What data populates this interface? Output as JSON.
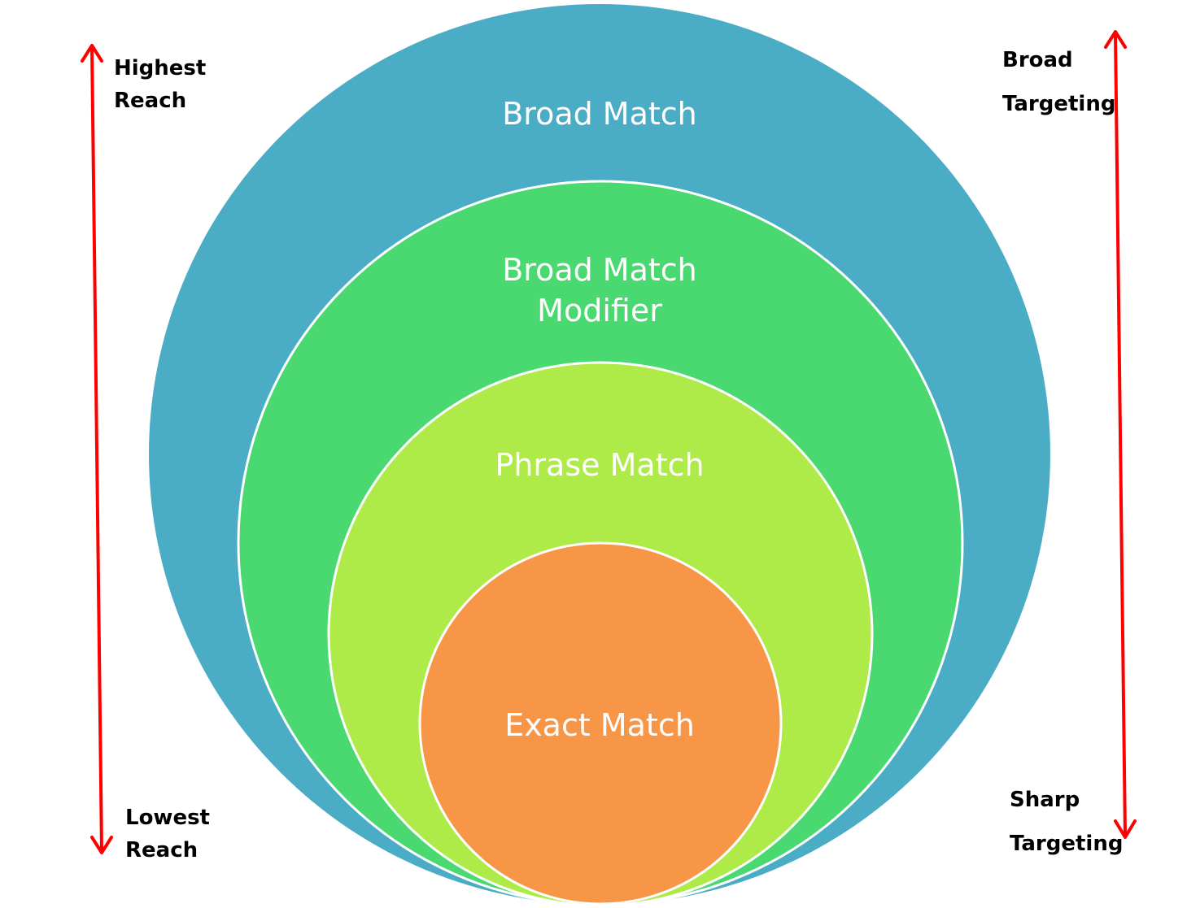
{
  "colors": {
    "broad": "#4BACC6",
    "broad_modifier": "#4AD870",
    "phrase": "#AEEA48",
    "exact": "#F79646",
    "arrow": "#FF0000"
  },
  "rings": {
    "broad": "Broad Match",
    "broad_modifier_line1": "Broad Match",
    "broad_modifier_line2": "Modifier",
    "phrase": "Phrase Match",
    "exact": "Exact Match"
  },
  "left_axis": {
    "top_line1": "Highest",
    "top_line2": "Reach",
    "bottom_line1": "Lowest",
    "bottom_line2": "Reach"
  },
  "right_axis": {
    "top_line1": "Broad",
    "top_line2": "Targeting",
    "bottom_line1": "Sharp",
    "bottom_line2": "Targeting"
  }
}
